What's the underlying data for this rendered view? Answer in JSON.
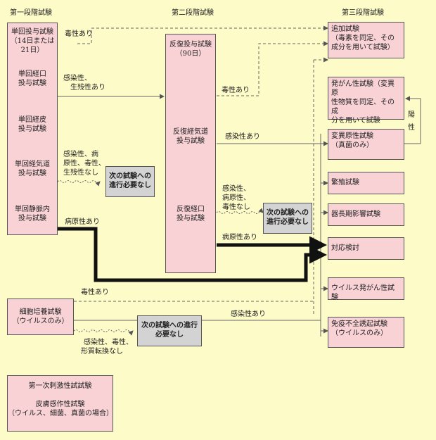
{
  "headers": {
    "stage1": "第一段階試験",
    "stage2": "第二段階試験",
    "stage3": "第三段階試験"
  },
  "stage1_items": [
    [
      "単回投与試験",
      "（14日または",
      "21日）"
    ],
    [
      "単回経口",
      "投与試験"
    ],
    [
      "単回経皮",
      "投与試験"
    ],
    [
      "単回経気道",
      "投与試験"
    ],
    [
      "単回静脈内",
      "投与試験"
    ]
  ],
  "stage2_items": [
    [
      "反復投与試験",
      "（90日）"
    ],
    [
      "反復経気道",
      "投与試験"
    ],
    [
      "反復経口",
      "投与試験"
    ]
  ],
  "stage3_items": [
    [
      "追加試験",
      "（毒素を同定、その",
      "成分を用いて試験）"
    ],
    [
      "発がん性試験（変異原",
      "性物質を同定、その成",
      "分を用いて試験"
    ],
    [
      "変異原性試験",
      "（真菌のみ）"
    ],
    [
      "繁殖試験"
    ],
    [
      "器長期影響試験"
    ],
    [
      "対応検討"
    ],
    [
      "ウイルス発がん性試験"
    ],
    [
      "免疫不全誘起試験",
      "（ウイルスのみ）"
    ]
  ],
  "cell_culture": [
    "細胞培養試験",
    "（ウイルスのみ）"
  ],
  "no_next": {
    "a": [
      "次の試験への",
      "進行必要なし"
    ],
    "b": [
      "次の試験への",
      "進行必要なし"
    ],
    "c": [
      "次の試験への進行",
      "必要なし"
    ]
  },
  "primary_irritation": [
    "第一次刺激性試試験",
    "",
    "皮膚感作性試験",
    "（ウイルス、細菌、真菌の場合）"
  ],
  "labels": {
    "toxic1": "毒性あり",
    "infect_prolif": [
      "感染性、",
      "生残性あり"
    ],
    "infect_none": [
      "感染性、病",
      "原性、毒性、",
      "生残性なし"
    ],
    "patho1": "病原性あり",
    "toxic2": "毒性あり",
    "infect1": "感染性あり",
    "infect_patho_toxic": [
      "感染性、",
      "病原性、",
      "毒性なし"
    ],
    "patho2": "病原性あり",
    "toxic3": "毒性あり",
    "infect2": "感染性あり",
    "infect_toxic_morph": [
      "感染性、毒性、",
      "形質転換なし"
    ],
    "positive": [
      "陽",
      "性"
    ]
  },
  "colors": {
    "background": "#fdfbc8",
    "box": "#f9d2d6",
    "grey": "#d3d3d3",
    "line": "#555555"
  }
}
